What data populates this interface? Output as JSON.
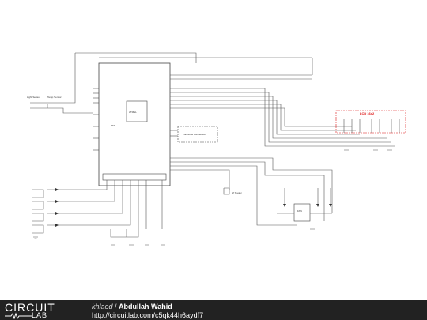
{
  "schematic": {
    "mcu": {
      "chip": "ATMEL",
      "name": "BSD"
    },
    "sensors": {
      "light": "Light Sensor",
      "temp": "Temp Sensor"
    },
    "lcd": {
      "title": "LCD 16x2"
    },
    "module": {
      "label": "Functions Connection"
    },
    "fan": {
      "label": "FAN"
    },
    "speaker": {
      "label": "SP Speaker"
    }
  },
  "footer": {
    "logo_top": "CIRCUIT",
    "logo_bottom": "LAB",
    "user": "khlaed",
    "separator": " / ",
    "author": "Abdullah Wahid",
    "url": "http://circuitlab.com/c5qk44h6aydf7"
  },
  "colors": {
    "wire": "#555555",
    "accent": "#d11111",
    "footer_bg": "#222222"
  }
}
